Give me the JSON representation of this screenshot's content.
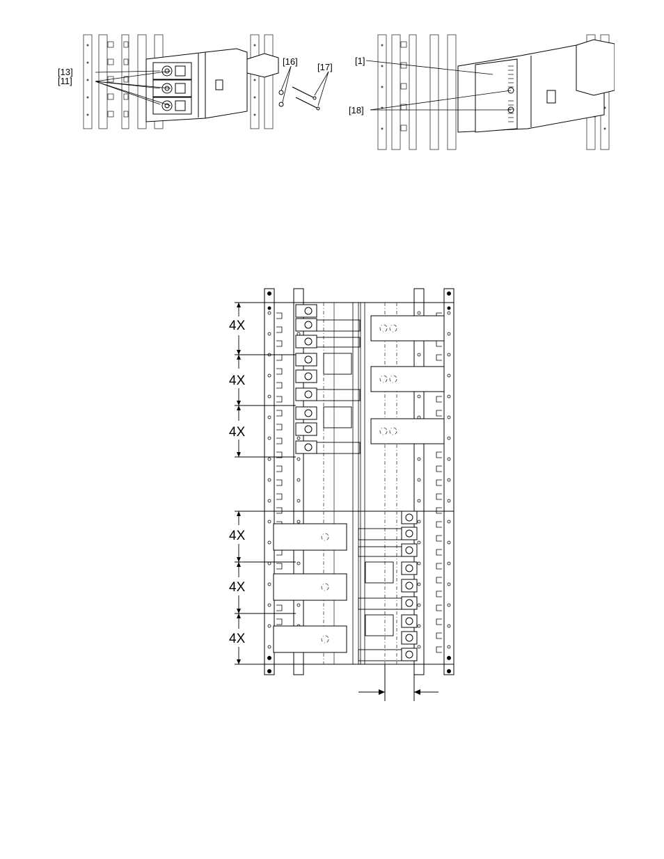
{
  "figure_left": {
    "callouts": [
      "[13]",
      "[11]",
      "[16]",
      "[17]"
    ]
  },
  "figure_right": {
    "callouts": [
      "[1]",
      "[18]"
    ]
  },
  "figure_bottom": {
    "dimension_labels": [
      "4X",
      "4X",
      "4X",
      "4X",
      "4X",
      "4X"
    ]
  }
}
